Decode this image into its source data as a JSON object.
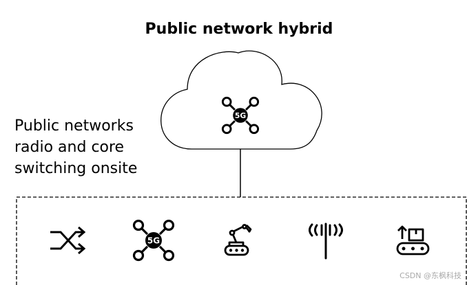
{
  "title": "Public network hybrid",
  "side_label": {
    "lines": [
      "Public networks",
      "radio and core",
      "switching onsite"
    ]
  },
  "cloud": {
    "icon": "5g-network-node-icon",
    "badge": "5G"
  },
  "onsite_icons": [
    {
      "name": "shuffle-arrows-icon"
    },
    {
      "name": "5g-network-node-icon",
      "badge": "5G"
    },
    {
      "name": "robotic-arm-icon"
    },
    {
      "name": "radio-antenna-icon"
    },
    {
      "name": "conveyor-belt-icon"
    }
  ],
  "watermark": "CSDN @东枫科技"
}
